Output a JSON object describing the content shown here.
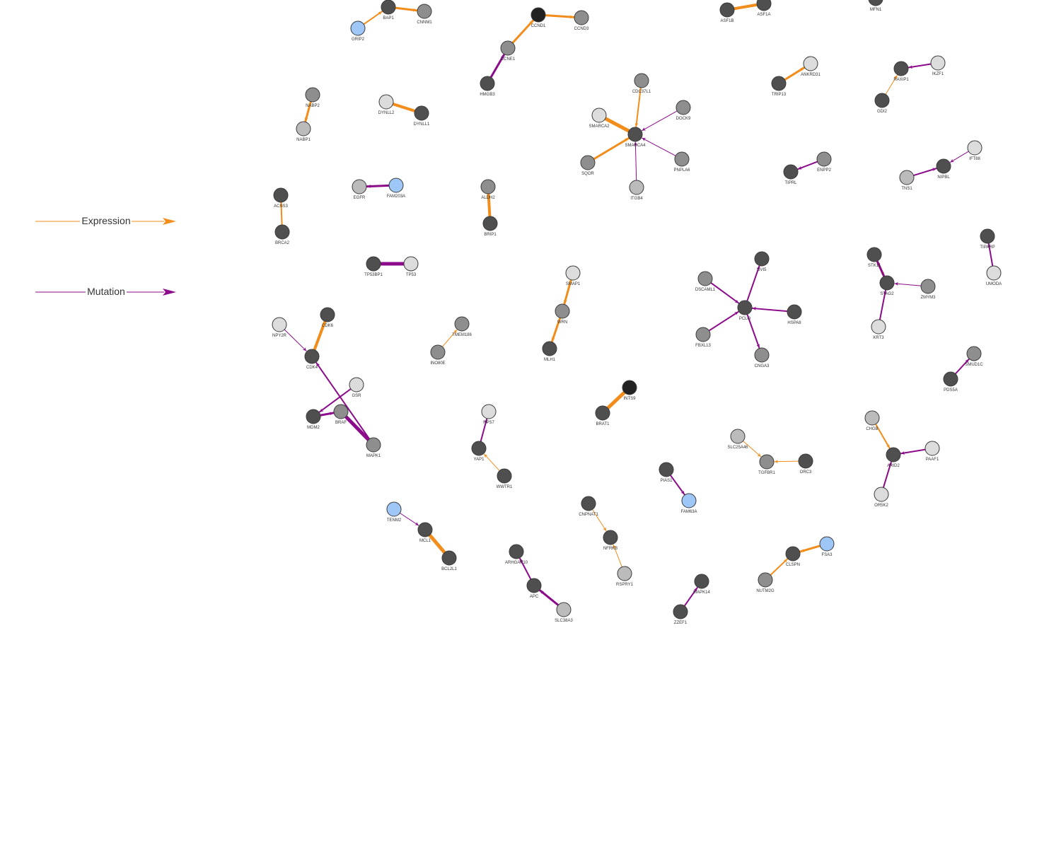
{
  "legend": {
    "expression_label": "Expression",
    "mutation_label": "Mutation"
  },
  "colors": {
    "expression": "#f28c1a",
    "mutation": "#8b0b8b",
    "node_stroke": "#3a3a3a",
    "node_fills": {
      "black": "#222222",
      "dark": "#4f4f4f",
      "mid": "#747474",
      "gray": "#8e8e8e",
      "light": "#bbbbbb",
      "pale": "#dcdcdc",
      "blue": "#9ec7f8"
    }
  },
  "nodes": [
    {
      "id": "BAP1",
      "fill": "dark"
    },
    {
      "id": "CNNM1",
      "fill": "gray"
    },
    {
      "id": "GRIP2",
      "fill": "blue"
    },
    {
      "id": "CCND1",
      "fill": "black"
    },
    {
      "id": "CCND3",
      "fill": "gray"
    },
    {
      "id": "CCNE1",
      "fill": "gray"
    },
    {
      "id": "HMGB3",
      "fill": "dark"
    },
    {
      "id": "ASF1B",
      "fill": "dark"
    },
    {
      "id": "ASF1A",
      "fill": "dark"
    },
    {
      "id": "MFN1",
      "fill": "dark"
    },
    {
      "id": "ANKRD31",
      "fill": "pale"
    },
    {
      "id": "TRIP13",
      "fill": "dark"
    },
    {
      "id": "RAXIP1",
      "fill": "dark"
    },
    {
      "id": "IKZF1",
      "fill": "pale"
    },
    {
      "id": "GDI2",
      "fill": "dark"
    },
    {
      "id": "NABP2",
      "fill": "gray"
    },
    {
      "id": "NABP1",
      "fill": "light"
    },
    {
      "id": "DYNLL2",
      "fill": "pale"
    },
    {
      "id": "DYNLL1",
      "fill": "dark"
    },
    {
      "id": "CDC37L1",
      "fill": "gray"
    },
    {
      "id": "SMARCA2",
      "fill": "pale"
    },
    {
      "id": "SMARCA4",
      "fill": "dark"
    },
    {
      "id": "DOCK9",
      "fill": "gray"
    },
    {
      "id": "SQOR",
      "fill": "gray"
    },
    {
      "id": "PNPLA6",
      "fill": "gray"
    },
    {
      "id": "ITGB4",
      "fill": "light"
    },
    {
      "id": "TIPRL",
      "fill": "dark"
    },
    {
      "id": "ENPP2",
      "fill": "gray"
    },
    {
      "id": "TNS1",
      "fill": "light"
    },
    {
      "id": "NIPBL",
      "fill": "dark"
    },
    {
      "id": "IFT88",
      "fill": "pale"
    },
    {
      "id": "ACSS3",
      "fill": "dark"
    },
    {
      "id": "BRCA2",
      "fill": "dark"
    },
    {
      "id": "EGFR",
      "fill": "light"
    },
    {
      "id": "FAM203A",
      "fill": "blue"
    },
    {
      "id": "ALDH2",
      "fill": "gray"
    },
    {
      "id": "BRIP1",
      "fill": "dark"
    },
    {
      "id": "TIPARP",
      "fill": "dark"
    },
    {
      "id": "UMODA",
      "fill": "pale"
    },
    {
      "id": "TP53BP1",
      "fill": "dark"
    },
    {
      "id": "TP53",
      "fill": "pale"
    },
    {
      "id": "SMAP1",
      "fill": "pale"
    },
    {
      "id": "WRN",
      "fill": "gray"
    },
    {
      "id": "MLH1",
      "fill": "dark"
    },
    {
      "id": "EVI5",
      "fill": "dark"
    },
    {
      "id": "DSCAML1",
      "fill": "gray"
    },
    {
      "id": "PCLO",
      "fill": "dark"
    },
    {
      "id": "HSPA8",
      "fill": "dark"
    },
    {
      "id": "FBXL13",
      "fill": "gray"
    },
    {
      "id": "CNGA3",
      "fill": "gray"
    },
    {
      "id": "STK11",
      "fill": "dark"
    },
    {
      "id": "STAG2",
      "fill": "dark"
    },
    {
      "id": "ZMYM3",
      "fill": "gray"
    },
    {
      "id": "KRT3",
      "fill": "pale"
    },
    {
      "id": "NPY2R",
      "fill": "pale"
    },
    {
      "id": "CDK6",
      "fill": "dark"
    },
    {
      "id": "CDK4",
      "fill": "dark"
    },
    {
      "id": "GSR",
      "fill": "pale"
    },
    {
      "id": "MDM2",
      "fill": "dark"
    },
    {
      "id": "BRAF",
      "fill": "gray"
    },
    {
      "id": "MAPK1",
      "fill": "gray"
    },
    {
      "id": "TMEM186",
      "fill": "gray"
    },
    {
      "id": "INO80E",
      "fill": "gray"
    },
    {
      "id": "SMUD1C",
      "fill": "gray"
    },
    {
      "id": "PDS5A",
      "fill": "dark"
    },
    {
      "id": "INTS9",
      "fill": "black"
    },
    {
      "id": "BRAT1",
      "fill": "dark"
    },
    {
      "id": "RPS7",
      "fill": "pale"
    },
    {
      "id": "YAP1",
      "fill": "dark"
    },
    {
      "id": "WWTR1",
      "fill": "dark"
    },
    {
      "id": "CHGB",
      "fill": "light"
    },
    {
      "id": "ARID2",
      "fill": "dark"
    },
    {
      "id": "PAAF1",
      "fill": "pale"
    },
    {
      "id": "OR5K2",
      "fill": "pale"
    },
    {
      "id": "SLC25A46",
      "fill": "light"
    },
    {
      "id": "TGFBR1",
      "fill": "gray"
    },
    {
      "id": "ORC3",
      "fill": "dark"
    },
    {
      "id": "PIAS1",
      "fill": "dark"
    },
    {
      "id": "FAM63A",
      "fill": "blue"
    },
    {
      "id": "TENM2",
      "fill": "blue"
    },
    {
      "id": "MCL1",
      "fill": "dark"
    },
    {
      "id": "BCL2L1",
      "fill": "dark"
    },
    {
      "id": "CNPNAT1",
      "fill": "dark"
    },
    {
      "id": "NFRKB",
      "fill": "dark"
    },
    {
      "id": "RSPRY1",
      "fill": "light"
    },
    {
      "id": "FSA3",
      "fill": "blue"
    },
    {
      "id": "CLSPN",
      "fill": "dark"
    },
    {
      "id": "NUTM2G",
      "fill": "gray"
    },
    {
      "id": "ARHGAP10",
      "fill": "dark"
    },
    {
      "id": "APC",
      "fill": "dark"
    },
    {
      "id": "SLC38A3",
      "fill": "light"
    },
    {
      "id": "MAPK14",
      "fill": "dark"
    },
    {
      "id": "ZZEF1",
      "fill": "dark"
    }
  ],
  "edges": [
    {
      "source": "BAP1",
      "target": "CNNM1",
      "type": "expression",
      "weight": 3
    },
    {
      "source": "GRIP2",
      "target": "BAP1",
      "type": "expression",
      "weight": 2
    },
    {
      "source": "CCND1",
      "target": "CCND3",
      "type": "expression",
      "weight": 3
    },
    {
      "source": "CCNE1",
      "target": "CCND1",
      "type": "expression",
      "weight": 3
    },
    {
      "source": "HMGB3",
      "target": "CCNE1",
      "type": "mutation",
      "weight": 3
    },
    {
      "source": "ASF1B",
      "target": "ASF1A",
      "type": "expression",
      "weight": 4
    },
    {
      "source": "TRIP13",
      "target": "ANKRD31",
      "type": "expression",
      "weight": 3
    },
    {
      "source": "IKZF1",
      "target": "RAXIP1",
      "type": "mutation",
      "weight": 2
    },
    {
      "source": "GDI2",
      "target": "RAXIP1",
      "type": "expression",
      "weight": 1
    },
    {
      "source": "NABP2",
      "target": "NABP1",
      "type": "expression",
      "weight": 3
    },
    {
      "source": "DYNLL2",
      "target": "DYNLL1",
      "type": "expression",
      "weight": 4
    },
    {
      "source": "CDC37L1",
      "target": "SMARCA4",
      "type": "expression",
      "weight": 2
    },
    {
      "source": "SMARCA4",
      "target": "SMARCA2",
      "type": "expression",
      "weight": 5
    },
    {
      "source": "DOCK9",
      "target": "SMARCA4",
      "type": "mutation",
      "weight": 1
    },
    {
      "source": "SQOR",
      "target": "SMARCA4",
      "type": "expression",
      "weight": 3
    },
    {
      "source": "PNPLA6",
      "target": "SMARCA4",
      "type": "mutation",
      "weight": 1
    },
    {
      "source": "ITGB4",
      "target": "SMARCA4",
      "type": "mutation",
      "weight": 1
    },
    {
      "source": "ENPP2",
      "target": "TIPRL",
      "type": "mutation",
      "weight": 2
    },
    {
      "source": "TNS1",
      "target": "NIPBL",
      "type": "mutation",
      "weight": 2
    },
    {
      "source": "IFT88",
      "target": "NIPBL",
      "type": "mutation",
      "weight": 1
    },
    {
      "source": "BRCA2",
      "target": "ACSS3",
      "type": "expression",
      "weight": 2
    },
    {
      "source": "FAM203A",
      "target": "EGFR",
      "type": "mutation",
      "weight": 3
    },
    {
      "source": "BRIP1",
      "target": "ALDH2",
      "type": "expression",
      "weight": 4
    },
    {
      "source": "UMODA",
      "target": "TIPARP",
      "type": "mutation",
      "weight": 2
    },
    {
      "source": "TP53",
      "target": "TP53BP1",
      "type": "mutation",
      "weight": 5
    },
    {
      "source": "SMAP1",
      "target": "WRN",
      "type": "expression",
      "weight": 3
    },
    {
      "source": "WRN",
      "target": "MLH1",
      "type": "expression",
      "weight": 3
    },
    {
      "source": "PCLO",
      "target": "EVI5",
      "type": "mutation",
      "weight": 2
    },
    {
      "source": "DSCAML1",
      "target": "PCLO",
      "type": "mutation",
      "weight": 2
    },
    {
      "source": "HSPA8",
      "target": "PCLO",
      "type": "mutation",
      "weight": 2
    },
    {
      "source": "FBXL13",
      "target": "PCLO",
      "type": "mutation",
      "weight": 2
    },
    {
      "source": "PCLO",
      "target": "CNGA3",
      "type": "mutation",
      "weight": 2
    },
    {
      "source": "STK11",
      "target": "STAG2",
      "type": "expression",
      "weight": 3
    },
    {
      "source": "STAG2",
      "target": "STK11",
      "type": "mutation",
      "weight": 3
    },
    {
      "source": "ZMYM3",
      "target": "STAG2",
      "type": "mutation",
      "weight": 1
    },
    {
      "source": "KRT3",
      "target": "STAG2",
      "type": "mutation",
      "weight": 2
    },
    {
      "source": "NPY2R",
      "target": "CDK4",
      "type": "mutation",
      "weight": 1
    },
    {
      "source": "CDK6",
      "target": "CDK4",
      "type": "expression",
      "weight": 4
    },
    {
      "source": "MAPK1",
      "target": "CDK4",
      "type": "mutation",
      "weight": 2
    },
    {
      "source": "GSR",
      "target": "MDM2",
      "type": "mutation",
      "weight": 2
    },
    {
      "source": "MDM2",
      "target": "BRAF",
      "type": "mutation",
      "weight": 3
    },
    {
      "source": "MAPK1",
      "target": "BRAF",
      "type": "mutation",
      "weight": 5
    },
    {
      "source": "INO80E",
      "target": "TMEM186",
      "type": "expression",
      "weight": 1
    },
    {
      "source": "PDS5A",
      "target": "SMUD1C",
      "type": "mutation",
      "weight": 2
    },
    {
      "source": "BRAT1",
      "target": "INTS9",
      "type": "expression",
      "weight": 5
    },
    {
      "source": "YAP1",
      "target": "RPS7",
      "type": "mutation",
      "weight": 2
    },
    {
      "source": "WWTR1",
      "target": "YAP1",
      "type": "expression",
      "weight": 1
    },
    {
      "source": "CHGB",
      "target": "ARID2",
      "type": "expression",
      "weight": 2
    },
    {
      "source": "PAAF1",
      "target": "ARID2",
      "type": "mutation",
      "weight": 2
    },
    {
      "source": "OR5K2",
      "target": "ARID2",
      "type": "mutation",
      "weight": 2
    },
    {
      "source": "SLC25A46",
      "target": "TGFBR1",
      "type": "expression",
      "weight": 1
    },
    {
      "source": "ORC3",
      "target": "TGFBR1",
      "type": "expression",
      "weight": 1
    },
    {
      "source": "PIAS1",
      "target": "FAM63A",
      "type": "mutation",
      "weight": 2
    },
    {
      "source": "TENM2",
      "target": "MCL1",
      "type": "mutation",
      "weight": 1
    },
    {
      "source": "MCL1",
      "target": "BCL2L1",
      "type": "expression",
      "weight": 5
    },
    {
      "source": "CNPNAT1",
      "target": "NFRKB",
      "type": "expression",
      "weight": 1
    },
    {
      "source": "RSPRY1",
      "target": "NFRKB",
      "type": "expression",
      "weight": 1
    },
    {
      "source": "FSA3",
      "target": "CLSPN",
      "type": "expression",
      "weight": 3
    },
    {
      "source": "NUTM2G",
      "target": "CLSPN",
      "type": "expression",
      "weight": 2
    },
    {
      "source": "APC",
      "target": "ARHGAP10",
      "type": "mutation",
      "weight": 2
    },
    {
      "source": "SLC38A3",
      "target": "APC",
      "type": "mutation",
      "weight": 3
    },
    {
      "source": "ZZEF1",
      "target": "MAPK14",
      "type": "mutation",
      "weight": 2
    }
  ]
}
